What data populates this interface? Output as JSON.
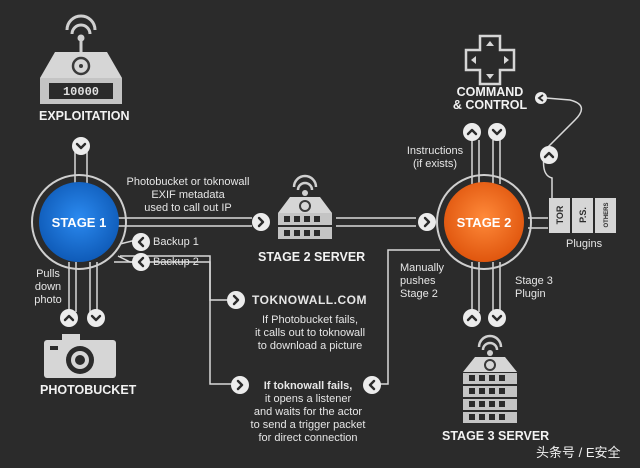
{
  "diagram": {
    "exploitation": {
      "title": "EXPLOITATION",
      "counter": "10000"
    },
    "stage1": {
      "label": "STAGE 1"
    },
    "stage2": {
      "label": "STAGE 2"
    },
    "stage2_server": {
      "title": "STAGE 2 SERVER"
    },
    "stage3_server": {
      "title": "STAGE 3 SERVER"
    },
    "photobucket": {
      "title": "PHOTOBUCKET"
    },
    "command_control": {
      "line1": "COMMAND",
      "line2": "& CONTROL"
    },
    "plugins": {
      "label": "Plugins",
      "items": [
        "TOR",
        "P.S.",
        "OTHERS"
      ]
    },
    "labels": {
      "exif": [
        "Photobucket or toknowall",
        "EXIF metadata",
        "used to call out IP"
      ],
      "backup1": "Backup 1",
      "backup2": "Backup 2",
      "pulls": [
        "Pulls",
        "down",
        "photo"
      ],
      "instructions": [
        "Instructions",
        "(if exists)"
      ],
      "manually": [
        "Manually",
        "pushes",
        "Stage 2"
      ],
      "stage3plugin": [
        "Stage 3",
        "Plugin"
      ],
      "toknowall": "TOKNOWALL.COM",
      "photobucket_fails": [
        "If Photobucket fails,",
        "it calls out to toknowall",
        "to download a picture"
      ],
      "toknowall_fails_title": "If toknowall fails,",
      "toknowall_fails": [
        "it opens a listener",
        "and waits for the actor",
        "to send a trigger packet",
        "for direct connection"
      ]
    },
    "watermark": "头条号 / E安全"
  },
  "colors": {
    "background": "#2b2b2b",
    "stage1": "#1a6ed8",
    "stage2": "#f06a1e",
    "line": "#d9d9d9"
  }
}
